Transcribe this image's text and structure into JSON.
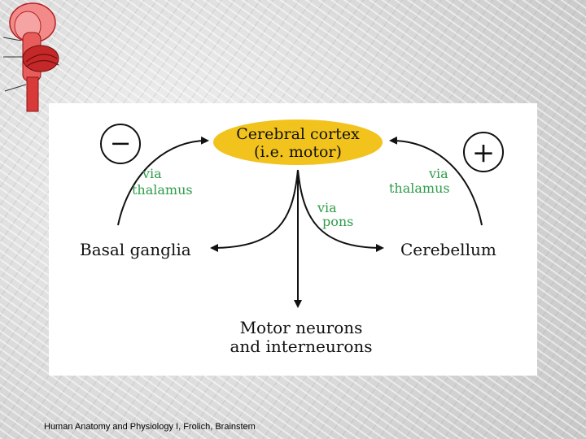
{
  "diagram": {
    "cerebral_cortex": {
      "line1": "Cerebral cortex",
      "line2": "(i.e. motor)"
    },
    "basal_ganglia": "Basal ganglia",
    "cerebellum": "Cerebellum",
    "motor_neurons": {
      "line1": "Motor neurons",
      "line2": "and interneurons"
    },
    "via_thalamus_left": {
      "line1": "via",
      "line2": "thalamus"
    },
    "via_thalamus_right": {
      "line1": "via",
      "line2": "thalamus"
    },
    "via_pons": {
      "line1": "via",
      "line2": "pons"
    },
    "minus_sign": "−",
    "plus_sign": "+"
  },
  "footer": {
    "caption": "Human Anatomy and Physiology I, Frolich, Brainstem"
  },
  "colors": {
    "cortex_fill": "#f2c31d",
    "via_label": "#2e9c4a",
    "logo_red": "#d83a3a"
  }
}
